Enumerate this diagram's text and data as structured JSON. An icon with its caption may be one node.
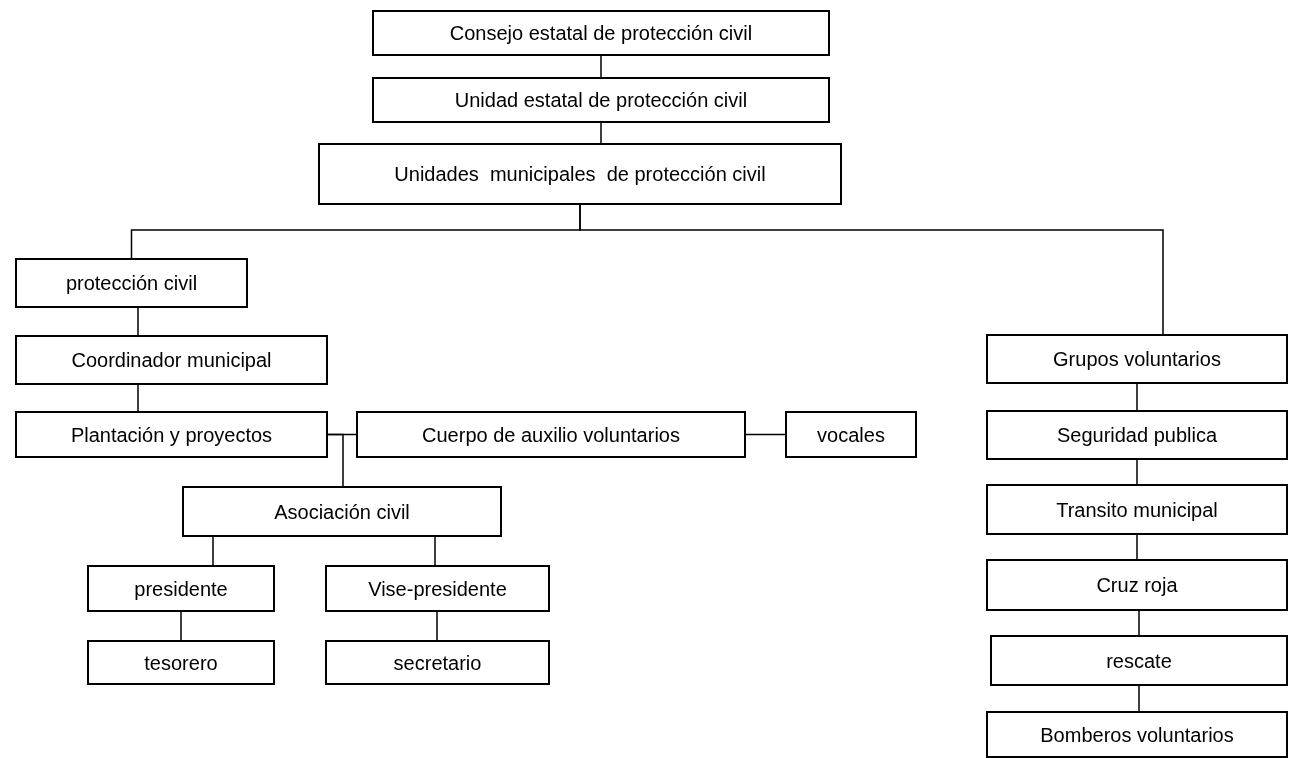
{
  "diagram": {
    "nodes": [
      {
        "text": [
          "Consejo estatal de protección civil"
        ]
      },
      {
        "text": [
          "Unidad estatal de protección civil"
        ]
      },
      {
        "text": [
          "Unidades  municipales  de protección civil"
        ]
      },
      {
        "text": [
          "protección civil"
        ]
      },
      {
        "text": [
          "Coordinador municipal"
        ]
      },
      {
        "text": [
          "Plantación y proyectos"
        ]
      },
      {
        "text": [
          "Cuerpo de auxilio voluntarios"
        ]
      },
      {
        "text": [
          "vocales"
        ]
      },
      {
        "text": [
          "Asociación civil"
        ]
      },
      {
        "text": [
          "presidente"
        ]
      },
      {
        "text": [
          "Vise-presidente"
        ]
      },
      {
        "text": [
          "tesorero"
        ]
      },
      {
        "text": [
          "secretario"
        ]
      },
      {
        "text": [
          "Grupos voluntarios"
        ]
      },
      {
        "text": [
          "Seguridad publica"
        ]
      },
      {
        "text": [
          "Transito municipal"
        ]
      },
      {
        "text": [
          "Cruz roja"
        ]
      },
      {
        "text": [
          "rescate"
        ]
      },
      {
        "text": [
          "Bomberos voluntarios"
        ]
      }
    ],
    "edges": [
      {
        "from": 0,
        "to": 1,
        "arrow": "none"
      },
      {
        "from": 1,
        "to": 2,
        "arrow": "none"
      },
      {
        "from": 2,
        "to": 3,
        "arrow": "none"
      },
      {
        "from": 2,
        "to": 13,
        "arrow": "none"
      },
      {
        "from": 3,
        "to": 4,
        "arrow": "none"
      },
      {
        "from": 4,
        "to": 5,
        "arrow": "none"
      },
      {
        "from": 5,
        "to": 6,
        "arrow": "none"
      },
      {
        "from": 6,
        "to": 7,
        "arrow": "none"
      },
      {
        "from": 5,
        "to": 8,
        "arrow": "none"
      },
      {
        "from": 8,
        "to": 9,
        "arrow": "none"
      },
      {
        "from": 8,
        "to": 10,
        "arrow": "none"
      },
      {
        "from": 9,
        "to": 11,
        "arrow": "none"
      },
      {
        "from": 10,
        "to": 12,
        "arrow": "none"
      },
      {
        "from": 13,
        "to": 14,
        "arrow": "none"
      },
      {
        "from": 14,
        "to": 15,
        "arrow": "none"
      },
      {
        "from": 15,
        "to": 16,
        "arrow": "none"
      },
      {
        "from": 16,
        "to": 17,
        "arrow": "none"
      },
      {
        "from": 17,
        "to": 18,
        "arrow": "none"
      }
    ]
  }
}
